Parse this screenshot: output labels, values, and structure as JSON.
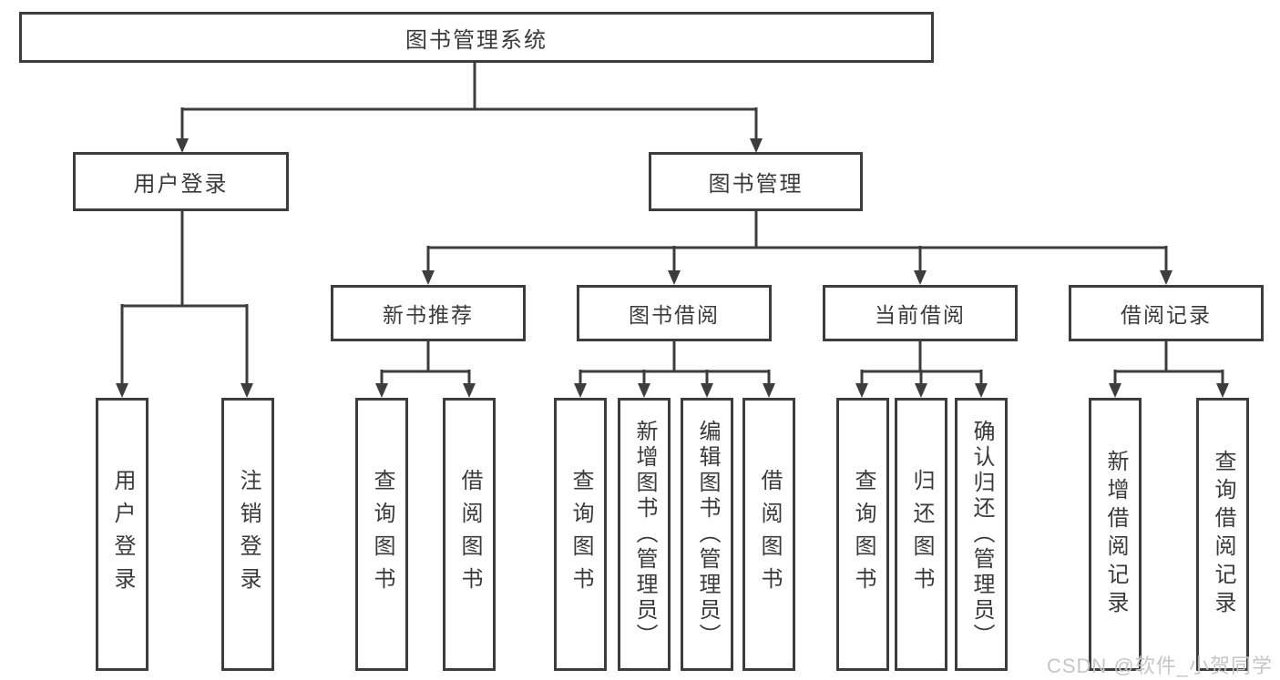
{
  "diagram": {
    "root": {
      "label": "图书管理系统"
    },
    "branches": [
      {
        "label": "用户登录",
        "children": [
          {
            "label": "用户登录"
          },
          {
            "label": "注销登录"
          }
        ]
      },
      {
        "label": "图书管理",
        "children": [
          {
            "label": "新书推荐",
            "children": [
              {
                "label": "查询图书"
              },
              {
                "label": "借阅图书"
              }
            ]
          },
          {
            "label": "图书借阅",
            "children": [
              {
                "label": "查询图书"
              },
              {
                "label": "新增图书（管理员）"
              },
              {
                "label": "编辑图书（管理员）"
              },
              {
                "label": "借阅图书"
              }
            ]
          },
          {
            "label": "当前借阅",
            "children": [
              {
                "label": "查询图书"
              },
              {
                "label": "归还图书"
              },
              {
                "label": "确认归还（管理员）"
              }
            ]
          },
          {
            "label": "借阅记录",
            "children": [
              {
                "label": "新增借阅记录"
              },
              {
                "label": "查询借阅记录"
              }
            ]
          }
        ]
      }
    ]
  },
  "watermark": "CSDN @软件_小贺同学",
  "colors": {
    "line": "#3d3d3d",
    "box_border": "#3d3d3d",
    "text": "#3a3a3a",
    "background": "#ffffff",
    "watermark": "#c6c6c6"
  }
}
